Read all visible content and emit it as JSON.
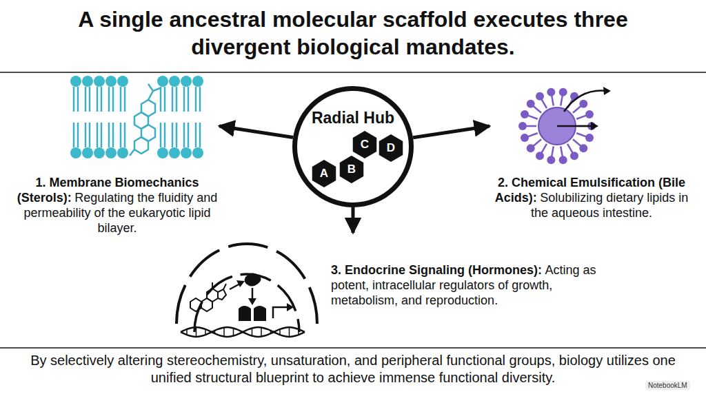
{
  "diagram": {
    "title": "A single ancestral molecular scaffold executes three divergent biological mandates.",
    "caption": "By selectively altering stereochemistry, unsaturation, and peripheral functional groups, biology utilizes one unified structural blueprint to achieve immense functional diversity.",
    "nodes": [
      {
        "text": [
          "Radial Hub"
        ]
      },
      {
        "text": [
          "A"
        ],
        "in": 0
      },
      {
        "text": [
          "B"
        ],
        "in": 0
      },
      {
        "text": [
          "C"
        ],
        "in": 0
      },
      {
        "text": [
          "D"
        ],
        "in": 0
      },
      {
        "text": [
          "1. Membrane Biomechanics (Sterols):",
          "Regulating the fluidity and permeability of the eukaryotic lipid bilayer."
        ]
      },
      {
        "text": [
          "2. Chemical Emulsification (Bile Acids):",
          "Solubilizing dietary lipids in the aqueous intestine."
        ]
      },
      {
        "text": [
          "3. Endocrine Signaling (Hormones):",
          "Acting as potent, intracellular regulators of growth, metabolism, and reproduction."
        ]
      }
    ],
    "edges": [
      {
        "from": 0,
        "to": 5,
        "arrow": "to"
      },
      {
        "from": 0,
        "to": 6,
        "arrow": "to"
      },
      {
        "from": 0,
        "to": 7,
        "arrow": "to"
      }
    ],
    "labels": [
      "NotebookLM"
    ]
  }
}
